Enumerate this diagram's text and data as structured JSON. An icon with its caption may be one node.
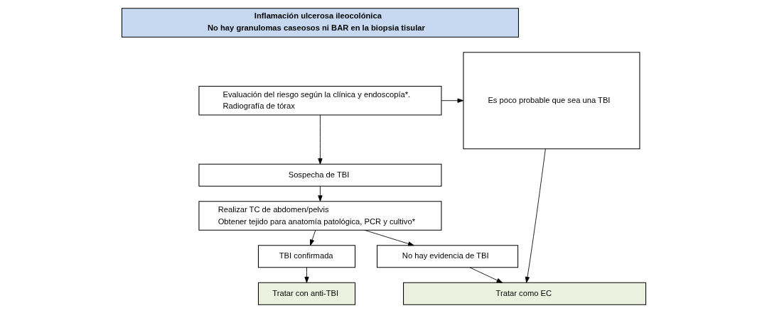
{
  "diagram": {
    "nodes": [
      {
        "text": [
          "Inflamación ulcerosa ileocolónica",
          "No hay granulomas caseosos ni BAR en la biopsia tisular"
        ]
      },
      {
        "text": [
          "Evaluación del riesgo según la clínica y endoscopía*.",
          "Radiografía de tórax"
        ]
      },
      {
        "text": [
          "Es poco probable que sea una TBI"
        ]
      },
      {
        "text": [
          "Sospecha de TBI"
        ]
      },
      {
        "text": [
          "Realizar TC de abdomen/pelvis",
          "Obtener tejido para anatomía patológica, PCR y cultivo*"
        ]
      },
      {
        "text": [
          "TBI confirmada"
        ]
      },
      {
        "text": [
          "No hay evidencia de TBI"
        ]
      },
      {
        "text": [
          "Tratar con anti-TBI"
        ]
      },
      {
        "text": [
          "Tratar como EC"
        ]
      }
    ],
    "edges": [
      {
        "from": 1,
        "to": 2,
        "arrow": "to"
      },
      {
        "from": 1,
        "to": 3,
        "arrow": "to"
      },
      {
        "from": 3,
        "to": 4,
        "arrow": "to"
      },
      {
        "from": 4,
        "to": 5,
        "arrow": "to"
      },
      {
        "from": 4,
        "to": 6,
        "arrow": "to"
      },
      {
        "from": 5,
        "to": 7,
        "arrow": "to"
      },
      {
        "from": 6,
        "to": 8,
        "arrow": "to"
      },
      {
        "from": 2,
        "to": 8,
        "arrow": "to"
      }
    ]
  }
}
